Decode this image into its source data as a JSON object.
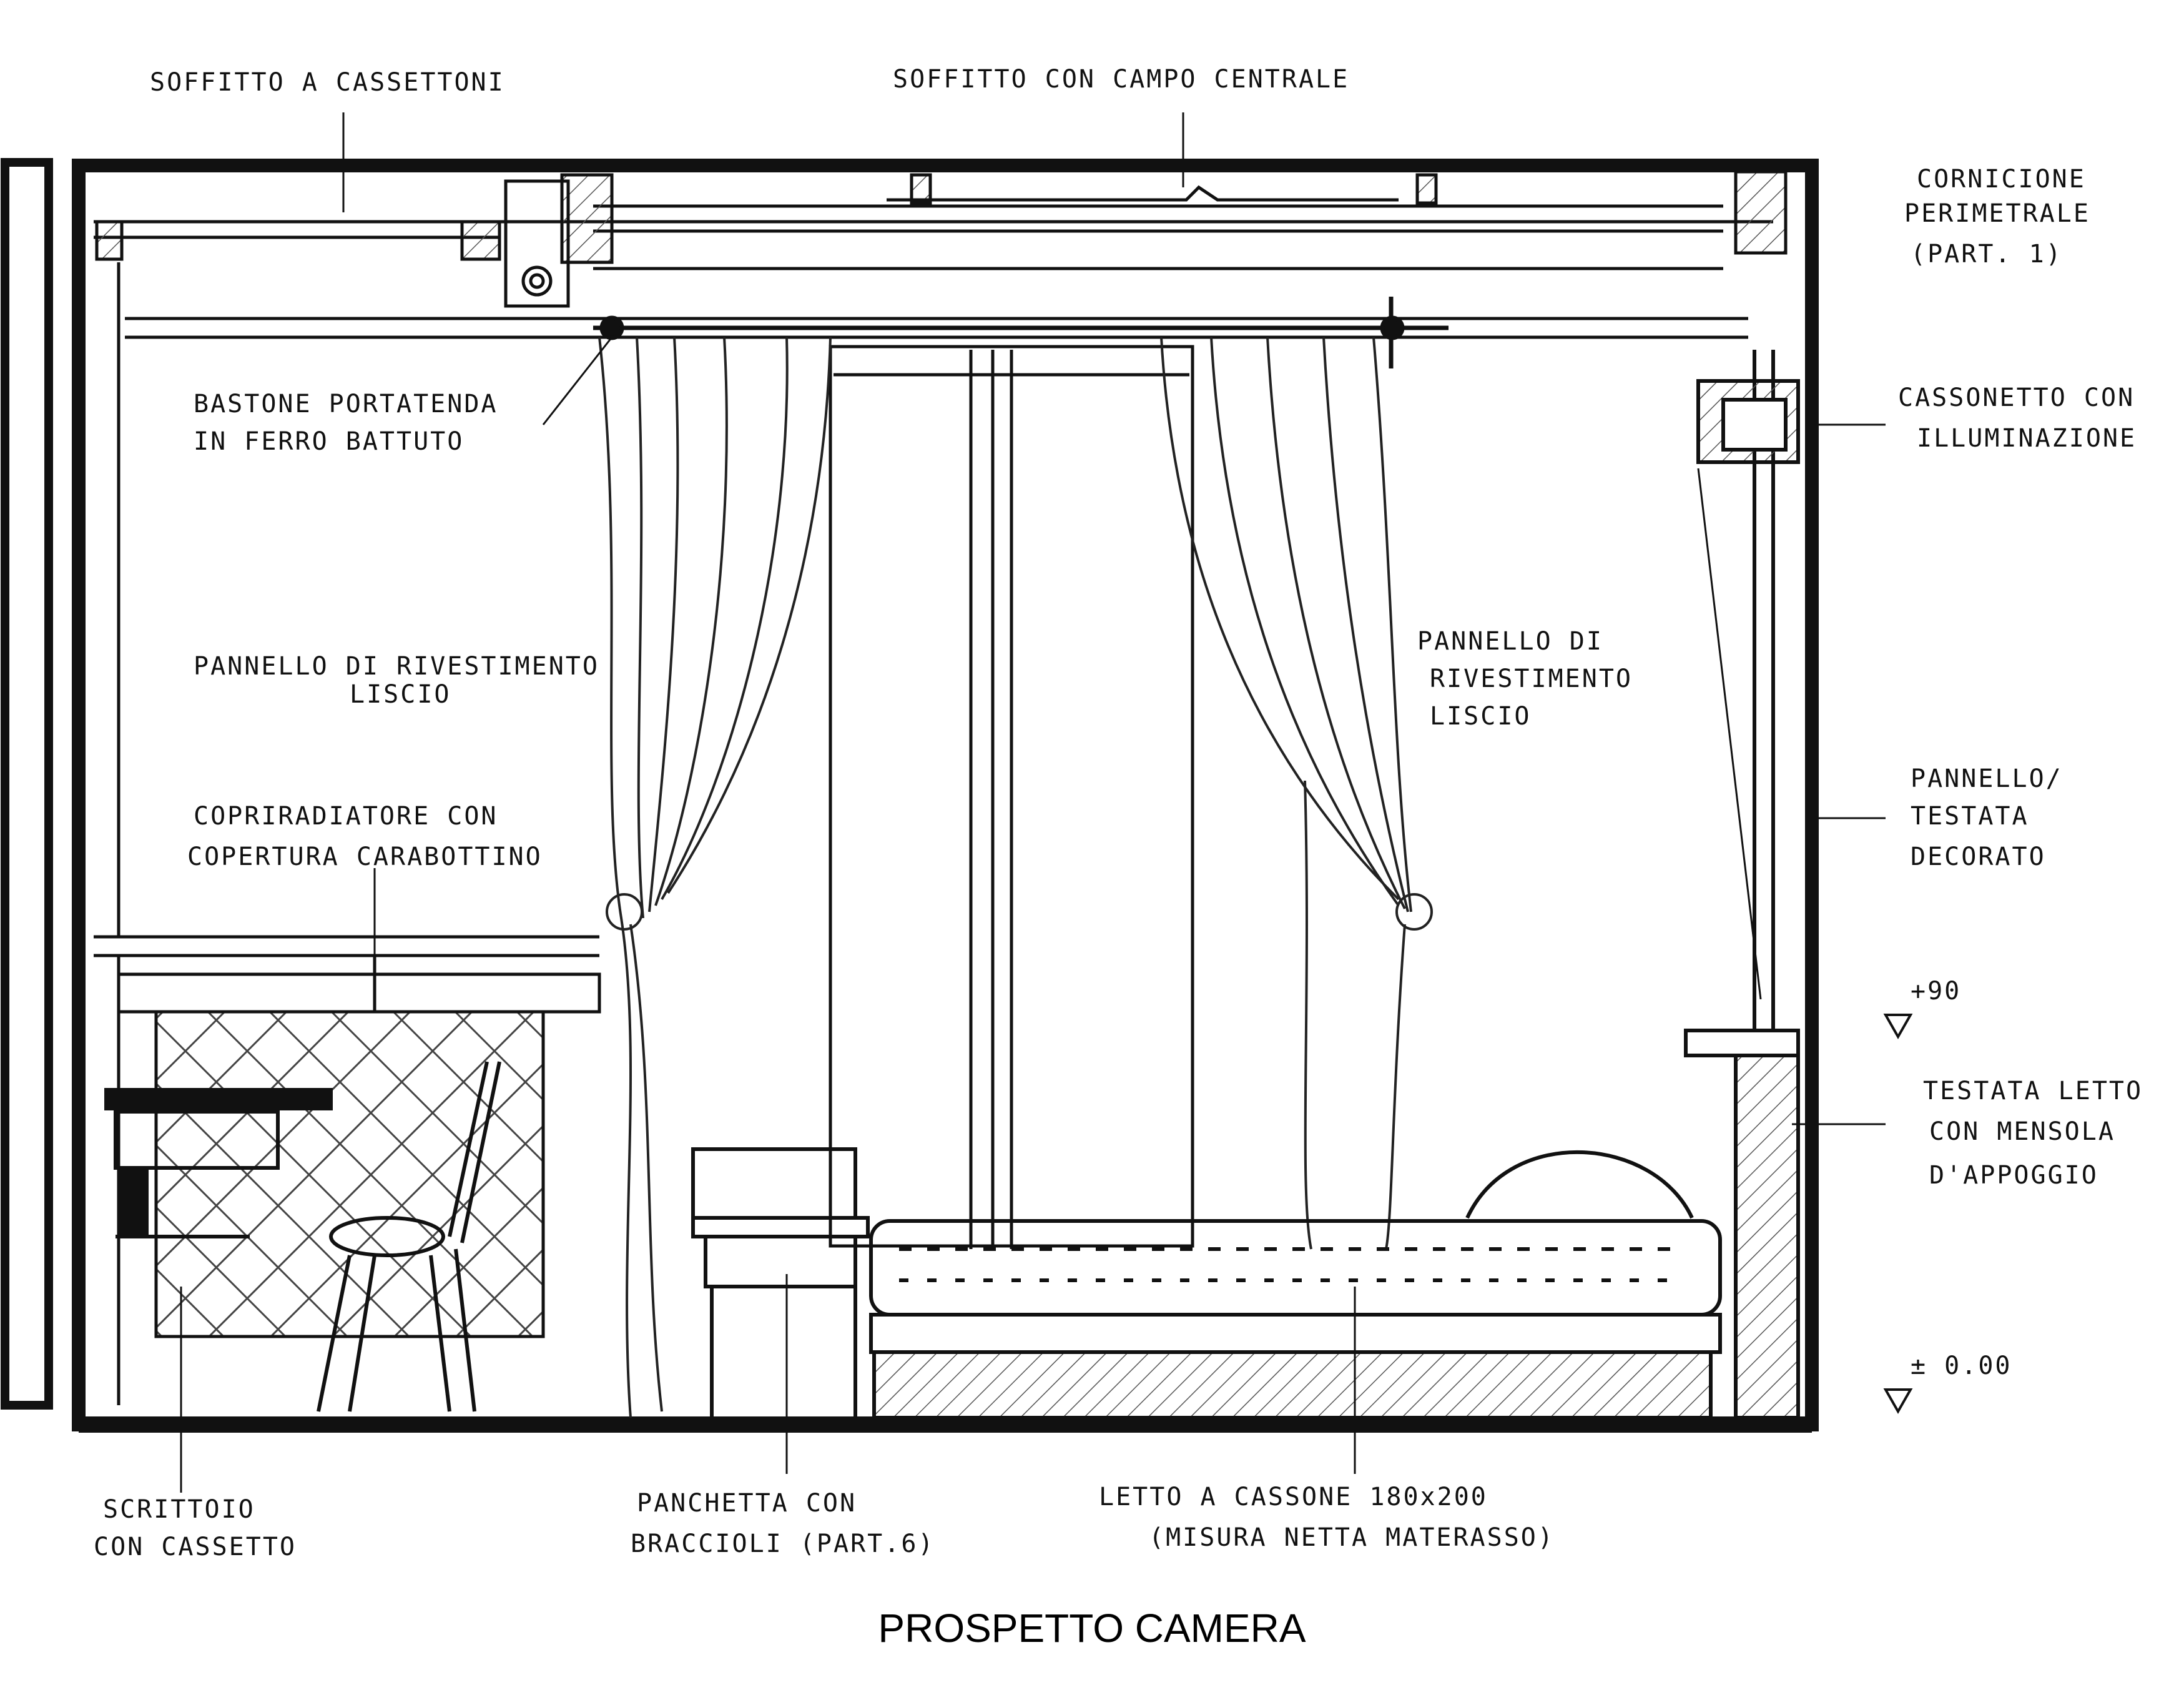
{
  "title": "PROSPETTO CAMERA",
  "labels": {
    "coffered_ceiling": "SOFFITTO A CASSETTONI",
    "central_ceiling": "SOFFITTO CON CAMPO CENTRALE",
    "cornice_1": "CORNICIONE",
    "cornice_2": "PERIMETRALE",
    "cornice_3": "(PART. 1)",
    "curtain_rod_1": "BASTONE PORTATENDA",
    "curtain_rod_2": "IN FERRO BATTUTO",
    "lighting_box_1": "CASSONETTO CON",
    "lighting_box_2": "ILLUMINAZIONE",
    "panel_left_1": "PANNELLO DI RIVESTIMENTO",
    "panel_left_2": "LISCIO",
    "panel_right_1": "PANNELLO DI",
    "panel_right_2": "RIVESTIMENTO",
    "panel_right_3": "LISCIO",
    "radiator_1": "COPRIRADIATORE CON",
    "radiator_2": "COPERTURA CARABOTTINO",
    "headboard_panel_1": "PANNELLO/",
    "headboard_panel_2": "TESTATA",
    "headboard_panel_3": "DECORATO",
    "level_90": "+90",
    "headboard_1": "TESTATA LETTO",
    "headboard_2": "CON MENSOLA",
    "headboard_3": "D'APPOGGIO",
    "level_0": "± 0.00",
    "desk_1": "SCRITTOIO",
    "desk_2": "CON CASSETTO",
    "bench_1": "PANCHETTA CON",
    "bench_2": "BRACCIOLI (PART.6)",
    "bed_1": "LETTO A CASSONE 180x200",
    "bed_2": "(MISURA NETTA MATERASSO)"
  },
  "colors": {
    "ink": "#111111",
    "hatch": "#555555",
    "paper": "#ffffff"
  }
}
